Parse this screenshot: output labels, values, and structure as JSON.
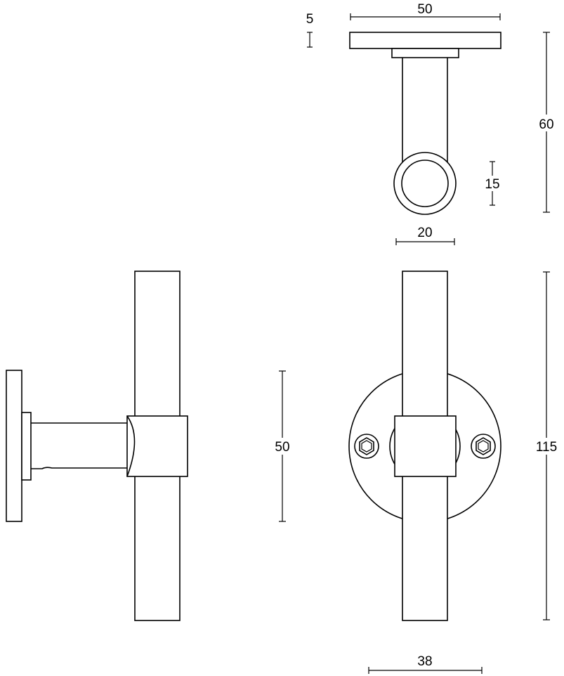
{
  "drawing": {
    "dimensions": {
      "rose_thickness": "5",
      "rose_width_top": "50",
      "projection_height": "60",
      "bar_diameter": "15",
      "bar_width_top": "20",
      "rose_height_side": "50",
      "bar_length": "115",
      "rose_diameter": "38"
    },
    "colors": {
      "stroke": "#000000",
      "background": "#ffffff"
    }
  }
}
